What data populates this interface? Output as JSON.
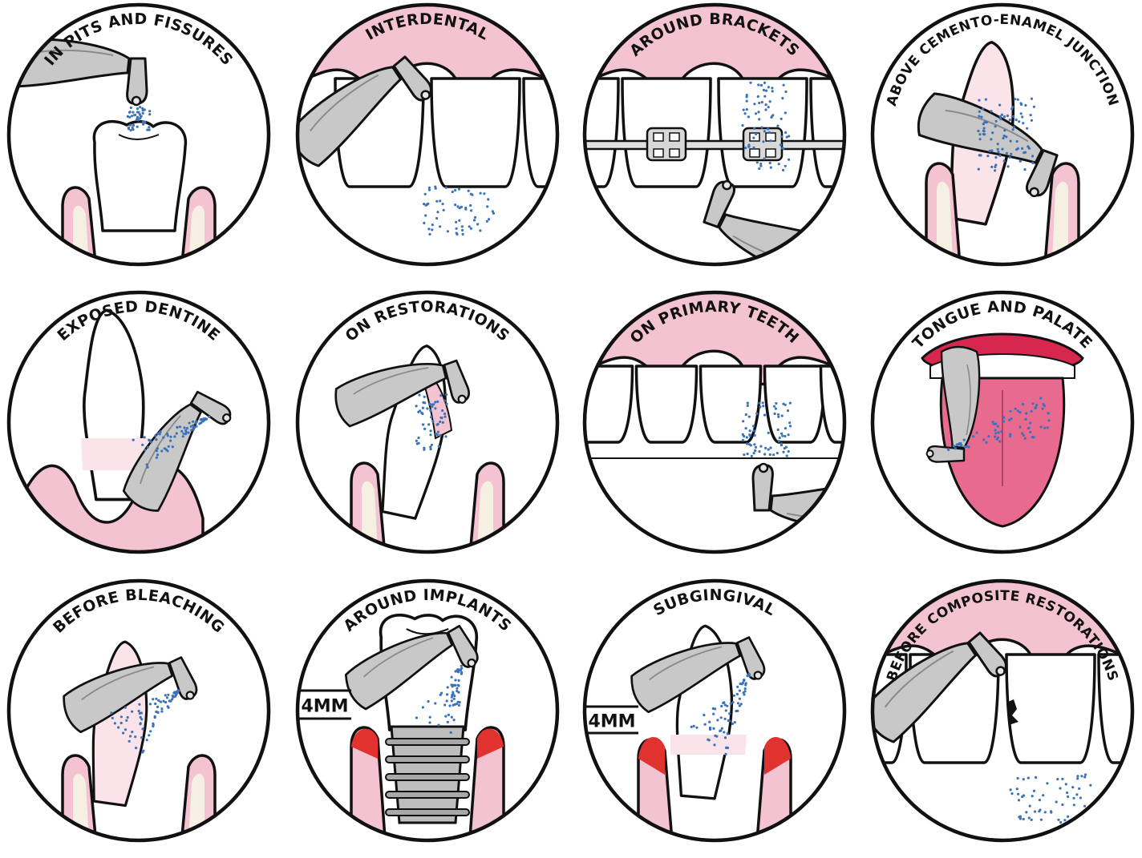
{
  "panels": [
    {
      "label": "IN PITS AND FISSURES",
      "scene": "occlusal"
    },
    {
      "label": "INTERDENTAL",
      "scene": "interdental"
    },
    {
      "label": "AROUND BRACKETS",
      "scene": "brackets"
    },
    {
      "label": "ABOVE CEMENTO-ENAMEL JUNCTION",
      "scene": "cej"
    },
    {
      "label": "EXPOSED DENTINE",
      "scene": "dentine"
    },
    {
      "label": "ON RESTORATIONS",
      "scene": "restorations"
    },
    {
      "label": "ON PRIMARY TEETH",
      "scene": "primary"
    },
    {
      "label": "TONGUE AND PALATE",
      "scene": "tongue"
    },
    {
      "label": "BEFORE BLEACHING",
      "scene": "bleaching"
    },
    {
      "label": "AROUND IMPLANTS",
      "scene": "implant",
      "measure": "4MM"
    },
    {
      "label": "SUBGINGIVAL",
      "scene": "subgingival",
      "measure": "4MM"
    },
    {
      "label": "BEFORE COMPOSITE RESTORATIONS",
      "scene": "composite"
    }
  ],
  "colors": {
    "outline": "#111111",
    "gum": "#f4c3d1",
    "gum_light": "#fbe3ea",
    "root": "#f6f0e2",
    "metal": "#c8c8c8",
    "spray": "#3b73b9",
    "inflamed": "#e0322e",
    "tongue": "#e86a8f",
    "lips": "#d8274f"
  },
  "icons": {
    "handpiece": "handpiece-icon",
    "tooth": "tooth-icon"
  }
}
